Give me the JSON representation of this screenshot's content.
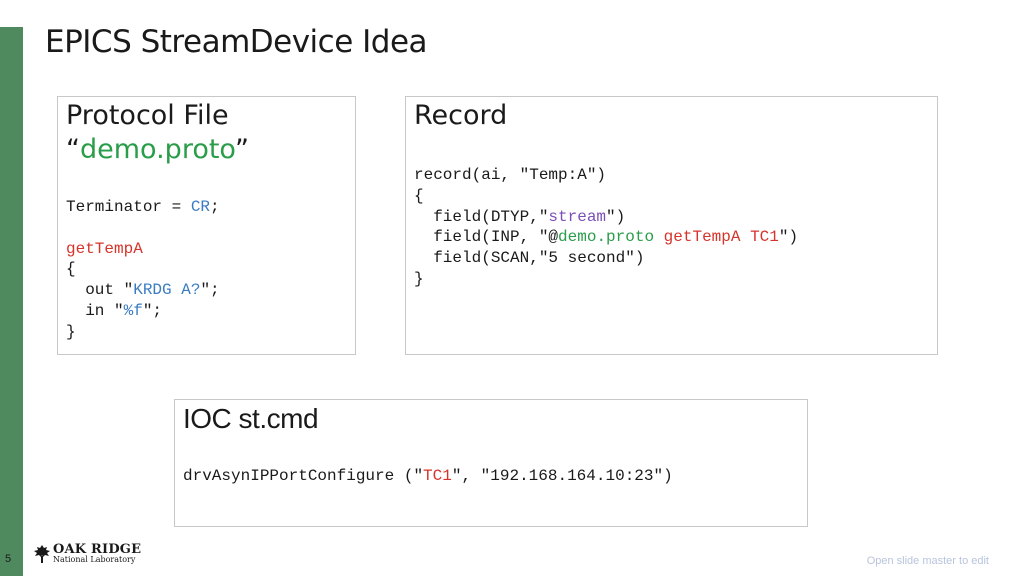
{
  "slide": {
    "title": "EPICS StreamDevice Idea",
    "page_number": "5",
    "footer_note": "Open slide master to edit",
    "logo": {
      "main": "OAK RIDGE",
      "sub": "National Laboratory",
      "icon": "tree-logo-icon"
    }
  },
  "protocol_box": {
    "heading": "Protocol File",
    "open_quote": "“",
    "filename": "demo.proto",
    "close_quote": "”",
    "terminator_key": "Terminator = ",
    "terminator_value": "CR",
    "terminator_end": ";",
    "function_name": "getTempA",
    "open_brace": "{",
    "out_prefix": "  out \"",
    "out_value": "KRDG A?",
    "out_suffix": "\";",
    "in_prefix": "  in \"",
    "in_value": "%f",
    "in_suffix": "\";",
    "close_brace": "}"
  },
  "record_box": {
    "heading": "Record",
    "line1": "record(ai, \"Temp:A\")",
    "open_brace": "{",
    "dtyp_prefix": "  field(DTYP,\"",
    "dtyp_value": "stream",
    "dtyp_suffix": "\")",
    "inp_prefix": "  field(INP, \"@",
    "inp_file": "demo.proto",
    "inp_func": "getTempA",
    "inp_port": "TC1",
    "inp_suffix": "\")",
    "scan_line": "  field(SCAN,\"5 second\")",
    "close_brace": "}"
  },
  "ioc_box": {
    "heading": "IOC st.cmd",
    "cmd_prefix": "drvAsynIPPortConfigure (\"",
    "cmd_port": "TC1",
    "cmd_suffix": "\", \"192.168.164.10:23\")"
  },
  "colors": {
    "sidebar": "#4f8a5f",
    "filename_green": "#2a9d4a",
    "keyword_blue": "#3a7cc2",
    "function_red": "#d6342a",
    "stream_purple": "#7a4fb8"
  }
}
